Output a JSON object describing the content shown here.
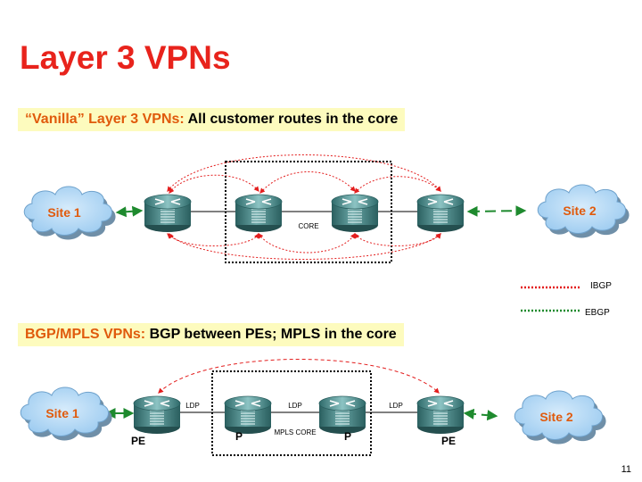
{
  "slide": {
    "title": "Layer 3 VPNs",
    "page_number": "11"
  },
  "section1": {
    "banner_accent": "“Vanilla” Layer 3 VPNs:",
    "banner_rest": "All customer routes in the core",
    "site_left": "Site 1",
    "site_right": "Site 2",
    "core_label": "CORE"
  },
  "legend": {
    "ibgp": "IBGP",
    "ebgp": "EBGP"
  },
  "section2": {
    "banner_accent": "BGP/MPLS VPNs:",
    "banner_rest": "BGP between PEs; MPLS in the core",
    "site_left": "Site 1",
    "site_right": "Site 2",
    "core_label": "MPLS CORE",
    "ldp_label": "LDP",
    "router_labels": [
      "PE",
      "P",
      "P",
      "PE"
    ]
  },
  "colors": {
    "title": "#e8231c",
    "banner_bg": "#fdfbbe",
    "banner_accent": "#e05a0c",
    "ibgp": "#e31e1e",
    "ebgp": "#1e8a2e",
    "cloud": "#b9d9f4",
    "site_text": "#e05a0c",
    "router": "#4e8c8c"
  }
}
